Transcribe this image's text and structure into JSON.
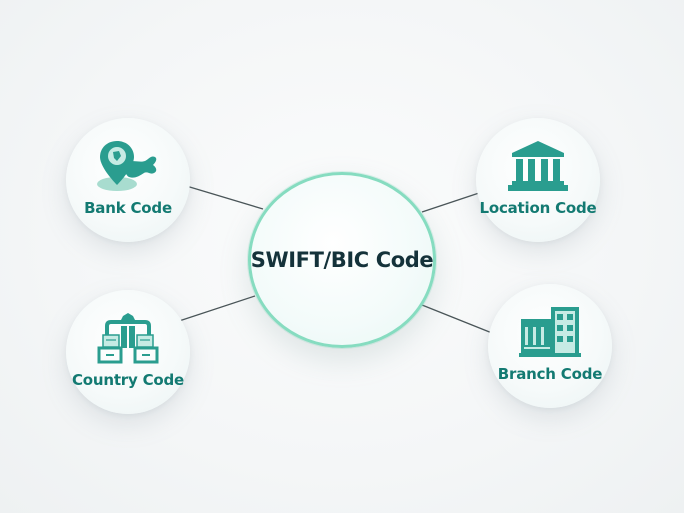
{
  "diagram": {
    "type": "hub-and-spoke",
    "center": {
      "label": "SWIFT/BIC Code",
      "border_color": "#86dcc0",
      "text_color": "#14323a"
    },
    "nodes": [
      {
        "id": "bank",
        "label": "Bank Code",
        "icon": "map-pin-icon",
        "position": "top-left"
      },
      {
        "id": "location",
        "label": "Location Code",
        "icon": "bank-building-icon",
        "position": "top-right"
      },
      {
        "id": "country",
        "label": "Country Code",
        "icon": "filing-cabinets-icon",
        "position": "bottom-left"
      },
      {
        "id": "branch",
        "label": "Branch Code",
        "icon": "office-building-icon",
        "position": "bottom-right"
      }
    ],
    "accent_color": "#2a9d8f",
    "label_color": "#137a72",
    "connector_color": "#4a5558"
  }
}
